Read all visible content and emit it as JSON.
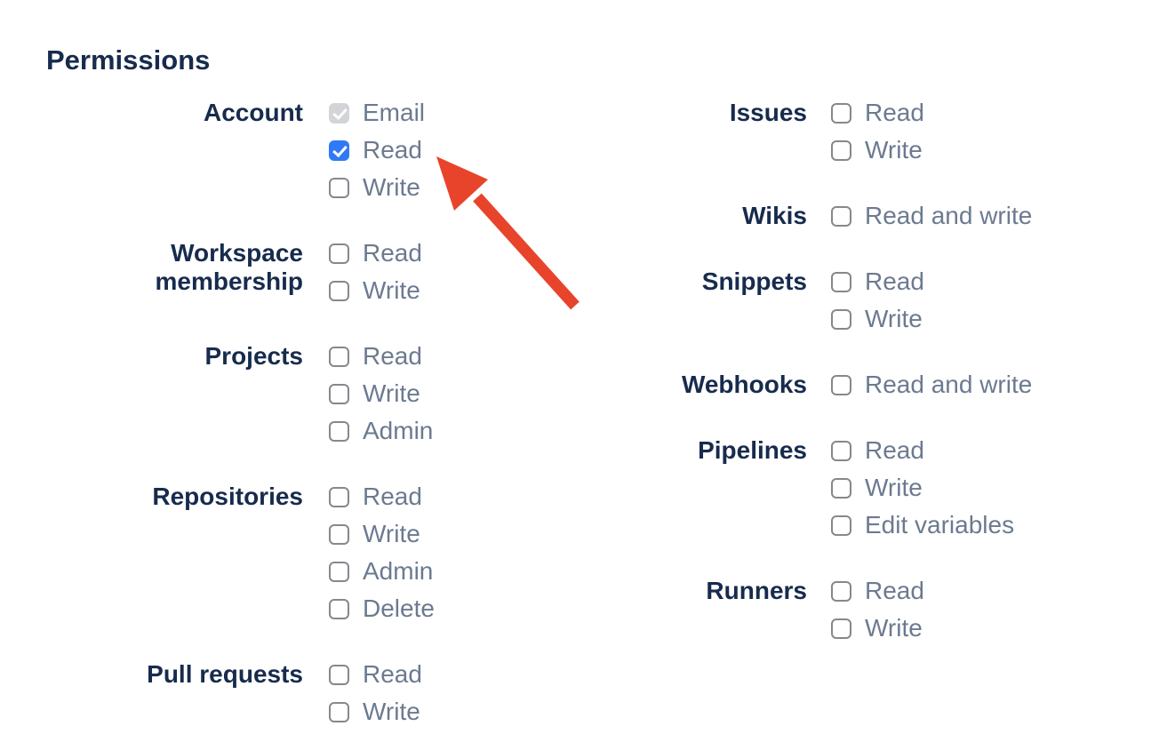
{
  "colors": {
    "heading_text": "#172B4D",
    "group_label_text": "#172B4D",
    "option_label_text": "#6C7A90",
    "checkbox_border": "#85888C",
    "checkbox_checked_bg": "#3079F6",
    "checkbox_disabled_checked_bg": "#D2D4D8",
    "annotation_arrow": "#E8442B",
    "background": "#FFFFFF"
  },
  "permissions": {
    "heading": "Permissions",
    "columns": [
      {
        "groups": [
          {
            "label": "Account",
            "options": [
              {
                "label": "Email",
                "state": "checked-disabled"
              },
              {
                "label": "Read",
                "state": "checked"
              },
              {
                "label": "Write",
                "state": "unchecked"
              }
            ]
          },
          {
            "label": "Workspace membership",
            "options": [
              {
                "label": "Read",
                "state": "unchecked"
              },
              {
                "label": "Write",
                "state": "unchecked"
              }
            ]
          },
          {
            "label": "Projects",
            "options": [
              {
                "label": "Read",
                "state": "unchecked"
              },
              {
                "label": "Write",
                "state": "unchecked"
              },
              {
                "label": "Admin",
                "state": "unchecked"
              }
            ]
          },
          {
            "label": "Repositories",
            "options": [
              {
                "label": "Read",
                "state": "unchecked"
              },
              {
                "label": "Write",
                "state": "unchecked"
              },
              {
                "label": "Admin",
                "state": "unchecked"
              },
              {
                "label": "Delete",
                "state": "unchecked"
              }
            ]
          },
          {
            "label": "Pull requests",
            "options": [
              {
                "label": "Read",
                "state": "unchecked"
              },
              {
                "label": "Write",
                "state": "unchecked"
              }
            ]
          }
        ]
      },
      {
        "groups": [
          {
            "label": "Issues",
            "options": [
              {
                "label": "Read",
                "state": "unchecked"
              },
              {
                "label": "Write",
                "state": "unchecked"
              }
            ]
          },
          {
            "label": "Wikis",
            "options": [
              {
                "label": "Read and write",
                "state": "unchecked"
              }
            ]
          },
          {
            "label": "Snippets",
            "options": [
              {
                "label": "Read",
                "state": "unchecked"
              },
              {
                "label": "Write",
                "state": "unchecked"
              }
            ]
          },
          {
            "label": "Webhooks",
            "options": [
              {
                "label": "Read and write",
                "state": "unchecked"
              }
            ]
          },
          {
            "label": "Pipelines",
            "options": [
              {
                "label": "Read",
                "state": "unchecked"
              },
              {
                "label": "Write",
                "state": "unchecked"
              },
              {
                "label": "Edit variables",
                "state": "unchecked"
              }
            ]
          },
          {
            "label": "Runners",
            "options": [
              {
                "label": "Read",
                "state": "unchecked"
              },
              {
                "label": "Write",
                "state": "unchecked"
              }
            ]
          }
        ]
      }
    ]
  }
}
